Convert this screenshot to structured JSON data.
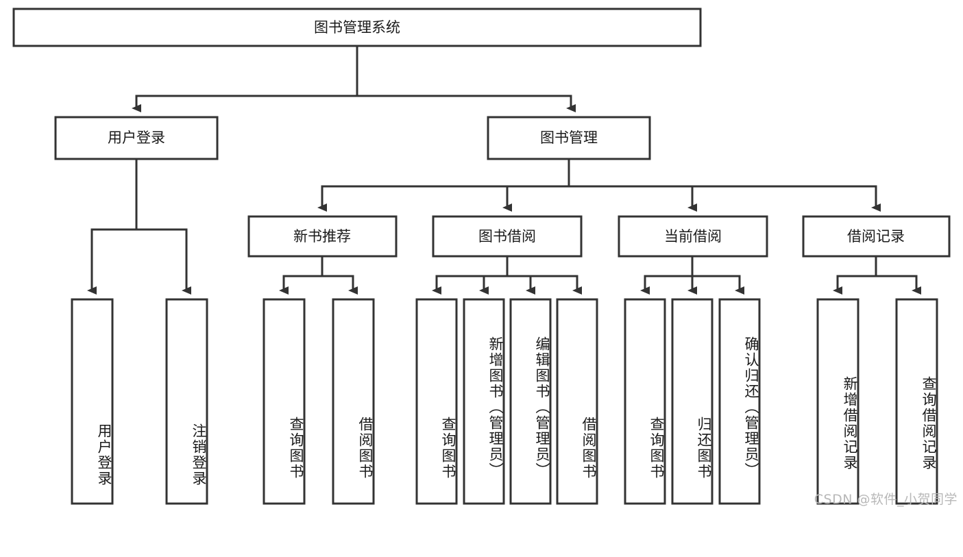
{
  "diagram": {
    "type": "tree-hierarchy",
    "title": "图书管理系统",
    "root": {
      "id": "root",
      "label": "图书管理系统",
      "orientation": "horizontal"
    },
    "level2": [
      {
        "id": "user-login",
        "label": "用户登录",
        "orientation": "horizontal"
      },
      {
        "id": "book-management",
        "label": "图书管理",
        "orientation": "horizontal"
      }
    ],
    "level3": [
      {
        "id": "new-book-recommend",
        "label": "新书推荐",
        "orientation": "horizontal",
        "parent": "book-management"
      },
      {
        "id": "book-borrow",
        "label": "图书借阅",
        "orientation": "horizontal",
        "parent": "book-management"
      },
      {
        "id": "current-borrow",
        "label": "当前借阅",
        "orientation": "horizontal",
        "parent": "book-management"
      },
      {
        "id": "borrow-record",
        "label": "借阅记录",
        "orientation": "horizontal",
        "parent": "book-management"
      }
    ],
    "leaves": [
      {
        "id": "leaf-user-login",
        "label": "用户登录",
        "orientation": "vertical",
        "parent": "user-login"
      },
      {
        "id": "leaf-logout-login",
        "label": "注销登录",
        "orientation": "vertical",
        "parent": "user-login"
      },
      {
        "id": "leaf-query-book-1",
        "label": "查询图书",
        "orientation": "vertical",
        "parent": "new-book-recommend"
      },
      {
        "id": "leaf-borrow-book-1",
        "label": "借阅图书",
        "orientation": "vertical",
        "parent": "new-book-recommend"
      },
      {
        "id": "leaf-query-book-2",
        "label": "查询图书",
        "orientation": "vertical",
        "parent": "book-borrow"
      },
      {
        "id": "leaf-add-book",
        "label": "新增图书（管理员）",
        "orientation": "vertical",
        "parent": "book-borrow"
      },
      {
        "id": "leaf-edit-book",
        "label": "编辑图书（管理员）",
        "orientation": "vertical",
        "parent": "book-borrow"
      },
      {
        "id": "leaf-borrow-book-2",
        "label": "借阅图书",
        "orientation": "vertical",
        "parent": "book-borrow"
      },
      {
        "id": "leaf-query-book-3",
        "label": "查询图书",
        "orientation": "vertical",
        "parent": "current-borrow"
      },
      {
        "id": "leaf-return-book",
        "label": "归还图书",
        "orientation": "vertical",
        "parent": "current-borrow"
      },
      {
        "id": "leaf-confirm-return",
        "label": "确认归还（管理员）",
        "orientation": "vertical",
        "parent": "current-borrow"
      },
      {
        "id": "leaf-add-record",
        "label": "新增借阅记录",
        "orientation": "vertical",
        "parent": "borrow-record"
      },
      {
        "id": "leaf-query-record",
        "label": "查询借阅记录",
        "orientation": "vertical",
        "parent": "borrow-record"
      }
    ],
    "colors": {
      "box_fill": "#ffffff",
      "box_stroke": "#333333",
      "text": "#1a1a1a",
      "connector": "#333333",
      "background": "#ffffff",
      "watermark": "#b8b8b8"
    }
  },
  "watermark": {
    "text": "CSDN @软件_小贺同学"
  }
}
